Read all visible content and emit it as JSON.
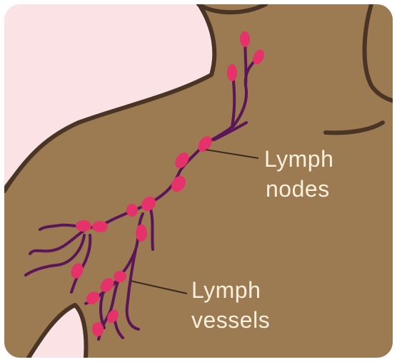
{
  "diagram": {
    "colors": {
      "background": "#fbe3e5",
      "skin": "#9c7a52",
      "outline": "#4a3426",
      "vessel": "#5a1656",
      "node": "#e6326a",
      "label_text": "#fbf0de",
      "leader_line": "#3a2a22"
    },
    "labels": {
      "lymph_nodes_line1": "Lymph",
      "lymph_nodes_line2": "nodes",
      "lymph_vessels_line1": "Lymph",
      "lymph_vessels_line2": "vessels"
    }
  }
}
